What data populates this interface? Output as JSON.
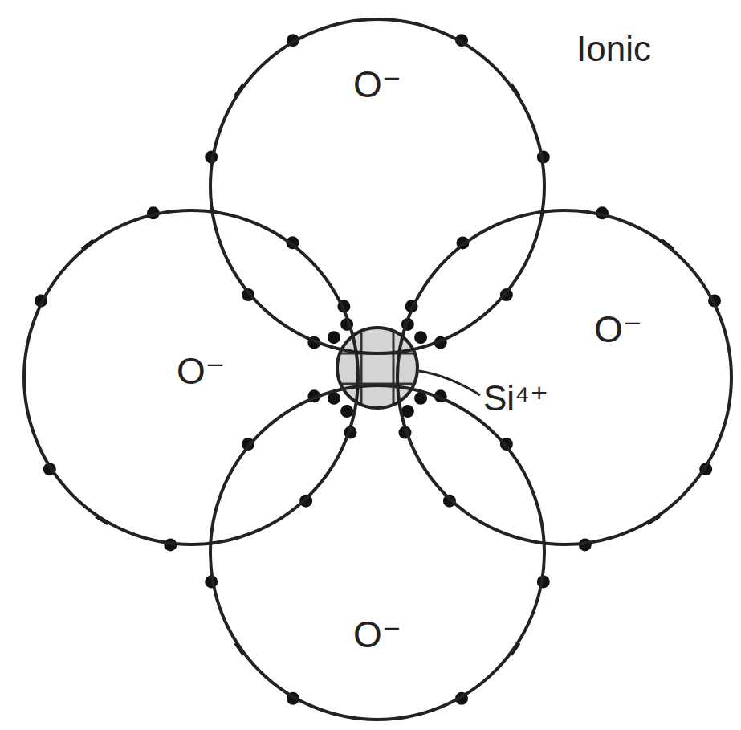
{
  "diagram": {
    "nodes": [
      {
        "text": [
          "O⁻"
        ]
      },
      {
        "text": [
          "O⁻"
        ]
      },
      {
        "text": [
          "O⁻"
        ]
      },
      {
        "text": [
          "O⁻"
        ]
      }
    ],
    "labels": [
      "Ionic",
      "Si⁴⁺"
    ]
  }
}
